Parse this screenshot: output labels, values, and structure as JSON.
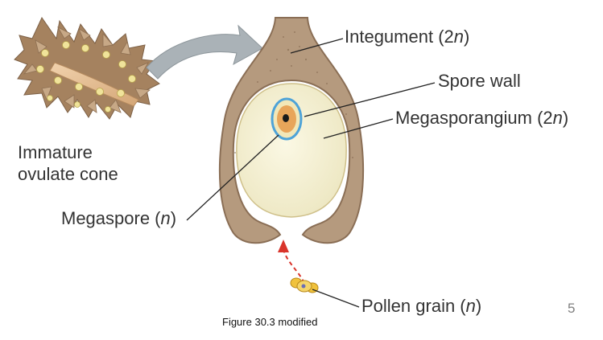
{
  "labels": {
    "integument": {
      "main": "Integument (2",
      "var": "n",
      "end": ")"
    },
    "spore_wall": "Spore wall",
    "megasporangium": {
      "main": "Megasporangium (2",
      "var": "n",
      "end": ")"
    },
    "cone_line1": "Immature",
    "cone_line2": "ovulate cone",
    "megaspore": {
      "main": "Megaspore (",
      "var": "n",
      "end": ")"
    },
    "pollen": {
      "main": "Pollen grain (",
      "var": "n",
      "end": ")"
    }
  },
  "caption": "Figure 30.3 modified",
  "slide_number": "5",
  "colors": {
    "integument": "#b09479",
    "integument_edge": "#8a6e55",
    "megasporangium": "#f5f1d4",
    "spore_wall": "#4ea3d8",
    "megaspore": "#e8a55a",
    "pollen": "#f0c23c",
    "arrow": "#9aa3a8",
    "dashed_arrow": "#d9342b",
    "label_text": "#333333"
  }
}
